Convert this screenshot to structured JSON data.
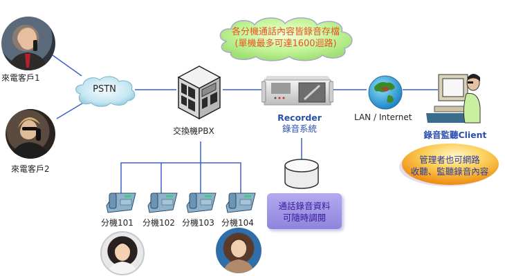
{
  "diagram": {
    "cloud_note": {
      "line1": "各分機通話內容皆錄音存檔",
      "line2": "(單機最多可達1600迴路)"
    },
    "callers": [
      {
        "label": "來電客戶1"
      },
      {
        "label": "來電客戶2"
      }
    ],
    "pstn_label": "PSTN",
    "pbx_label": "交換機PBX",
    "recorder": {
      "line1": "Recorder",
      "line2": "錄音系統"
    },
    "network_label": "LAN / Internet",
    "client_label": "錄音監聽Client",
    "admin_note": {
      "line1": "管理者也可網路",
      "line2": "收聽、監聽錄音內容"
    },
    "storage_note": {
      "line1": "通話錄音資料",
      "line2": "可隨時調閱"
    },
    "extensions": [
      {
        "label": "分機101"
      },
      {
        "label": "分機102"
      },
      {
        "label": "分機103"
      },
      {
        "label": "分機104"
      }
    ],
    "colors": {
      "connector": "#3a5fc8",
      "cloud_green": "#b9f08a",
      "pstn_cloud": "#bfe3ef",
      "admin_orange": "#f7a21b",
      "storage_purple": "#9a8ee0",
      "title_blue": "#2a4fb0"
    }
  }
}
